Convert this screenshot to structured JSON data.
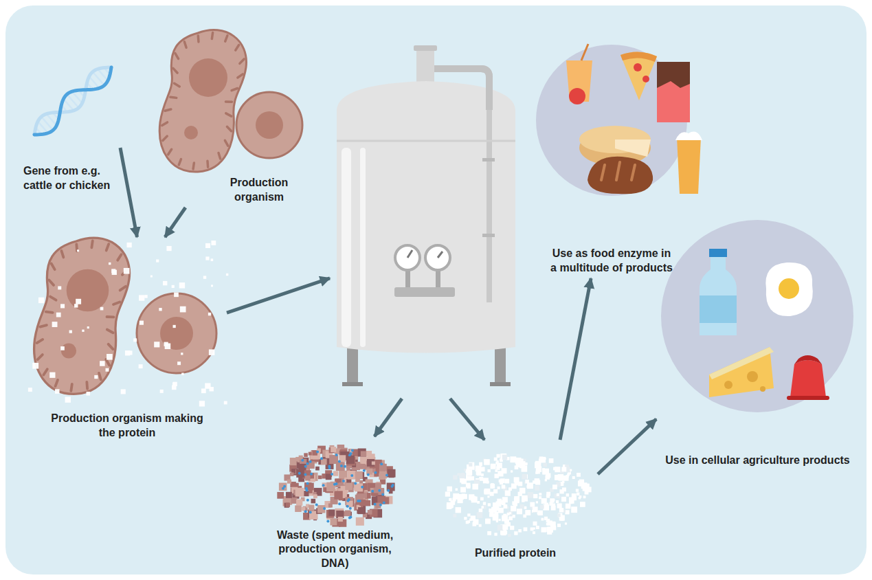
{
  "diagram": {
    "nodes": [
      {
        "text": [
          "Gene from e.g. cattle or chicken"
        ]
      },
      {
        "text": [
          "Production organism"
        ]
      },
      {
        "text": [
          "Production organism making the protein"
        ]
      },
      {
        "text": []
      },
      {
        "text": [
          "Use as food enzyme in a multitude of products"
        ]
      },
      {
        "text": [
          "Use in cellular agriculture products"
        ]
      },
      {
        "text": [
          "Waste (spent medium, production organism, DNA)"
        ]
      },
      {
        "text": [
          "Purified protein"
        ]
      }
    ],
    "edges": [
      {
        "from": 0,
        "to": 2,
        "arrow": "to"
      },
      {
        "from": 1,
        "to": 2,
        "arrow": "to"
      },
      {
        "from": 2,
        "to": 3,
        "arrow": "to"
      },
      {
        "from": 3,
        "to": 6,
        "arrow": "to"
      },
      {
        "from": 3,
        "to": 7,
        "arrow": "to"
      },
      {
        "from": 7,
        "to": 4,
        "arrow": "to"
      },
      {
        "from": 7,
        "to": 5,
        "arrow": "to"
      }
    ]
  }
}
